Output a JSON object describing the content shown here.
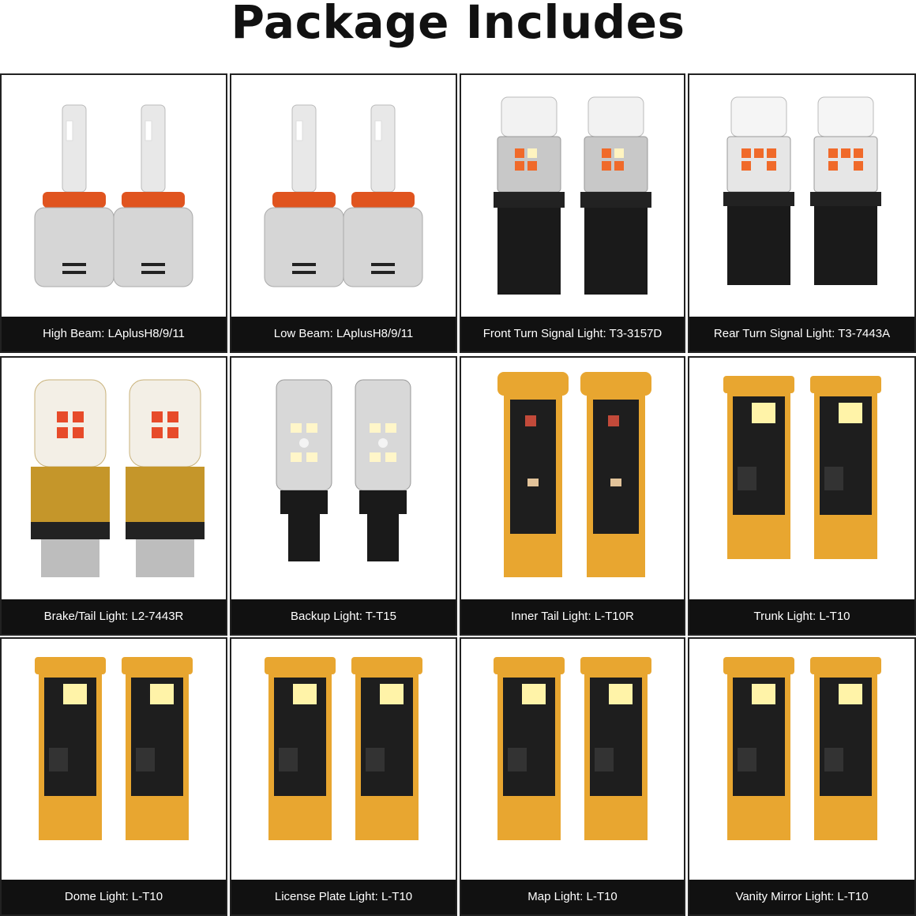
{
  "title": "Package Includes",
  "items": [
    {
      "caption": "High Beam: LAplusH8/9/11",
      "product": "h11-headlight-bulb-pair"
    },
    {
      "caption": "Low Beam: LAplusH8/9/11",
      "product": "h11-headlight-bulb-pair"
    },
    {
      "caption": "Front Turn Signal Light: T3-3157D",
      "product": "3157-turn-signal-bulb-pair"
    },
    {
      "caption": "Rear Turn Signal Light: T3-7443A",
      "product": "7443-turn-signal-bulb-pair"
    },
    {
      "caption": "Brake/Tail Light: L2-7443R",
      "product": "7443-brake-bulb-pair"
    },
    {
      "caption": "Backup Light: T-T15",
      "product": "t15-backup-bulb-pair"
    },
    {
      "caption": "Inner Tail Light: L-T10R",
      "product": "t10-red-pcb-bulb-pair"
    },
    {
      "caption": "Trunk Light: L-T10",
      "product": "t10-pcb-bulb-pair"
    },
    {
      "caption": "Dome Light: L-T10",
      "product": "t10-pcb-bulb-pair"
    },
    {
      "caption": "License Plate Light: L-T10",
      "product": "t10-pcb-bulb-pair"
    },
    {
      "caption": "Map Light: L-T10",
      "product": "t10-pcb-bulb-pair"
    },
    {
      "caption": "Vanity Mirror Light: L-T10",
      "product": "t10-pcb-bulb-pair"
    }
  ]
}
